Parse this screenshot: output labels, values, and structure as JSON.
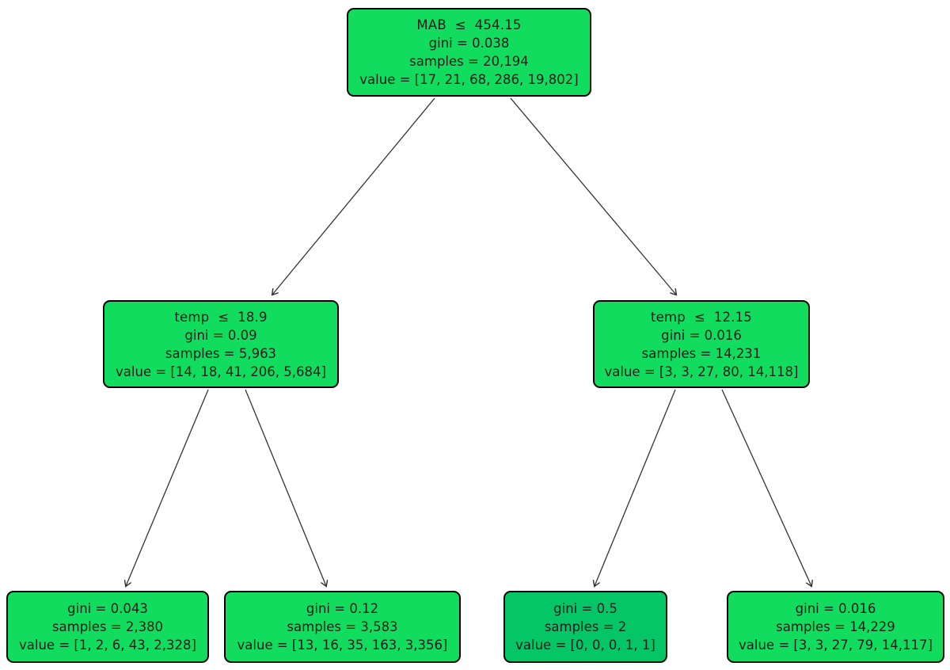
{
  "tree": {
    "title": "decision-tree",
    "nodes": {
      "root": {
        "condition": "MAB  ≤  454.15",
        "gini": "gini = 0.038",
        "samples": "samples = 20,194",
        "value": "value = [17, 21, 68, 286, 19,802]"
      },
      "left_child": {
        "condition": "temp  ≤  18.9",
        "gini": "gini = 0.09",
        "samples": "samples = 5,963",
        "value": "value = [14, 18, 41, 206, 5,684]"
      },
      "right_child": {
        "condition": "temp  ≤  12.15",
        "gini": "gini = 0.016",
        "samples": "samples = 14,231",
        "value": "value = [3, 3, 27, 80, 14,118]"
      },
      "leaf1": {
        "gini": "gini = 0.043",
        "samples": "samples = 2,380",
        "value": "value = [1, 2, 6, 43, 2,328]"
      },
      "leaf2": {
        "gini": "gini = 0.12",
        "samples": "samples = 3,583",
        "value": "value = [13, 16, 35, 163, 3,356]"
      },
      "leaf3": {
        "gini": "gini = 0.5",
        "samples": "samples = 2",
        "value": "value = [0, 0, 0, 1, 1]"
      },
      "leaf4": {
        "gini": "gini = 0.016",
        "samples": "samples = 14,229",
        "value": "value = [3, 3, 27, 79, 14,117]"
      }
    },
    "colors": {
      "node_fill": "#11dc5e",
      "leaf3_fill": "#04c666",
      "border": "#000000",
      "edge": "#333333",
      "text": "#1d1d1d"
    }
  }
}
